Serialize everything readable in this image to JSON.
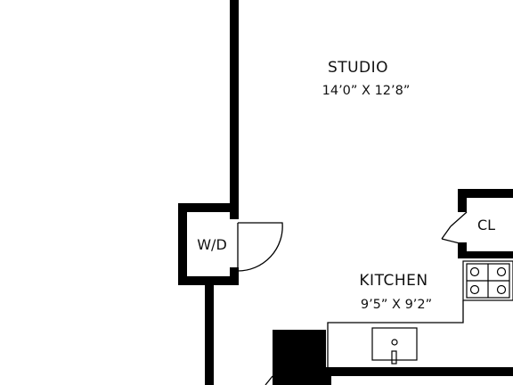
{
  "rooms": {
    "studio": {
      "name": "STUDIO",
      "dimensions": "14’0” X 12’8”"
    },
    "kitchen": {
      "name": "KITCHEN",
      "dimensions": "9’5” X 9’2”"
    },
    "closet": {
      "name": "CL"
    },
    "washer_dryer": {
      "name": "W/D"
    }
  },
  "colors": {
    "wall": "#000000",
    "line": "#000000",
    "background": "#ffffff"
  }
}
